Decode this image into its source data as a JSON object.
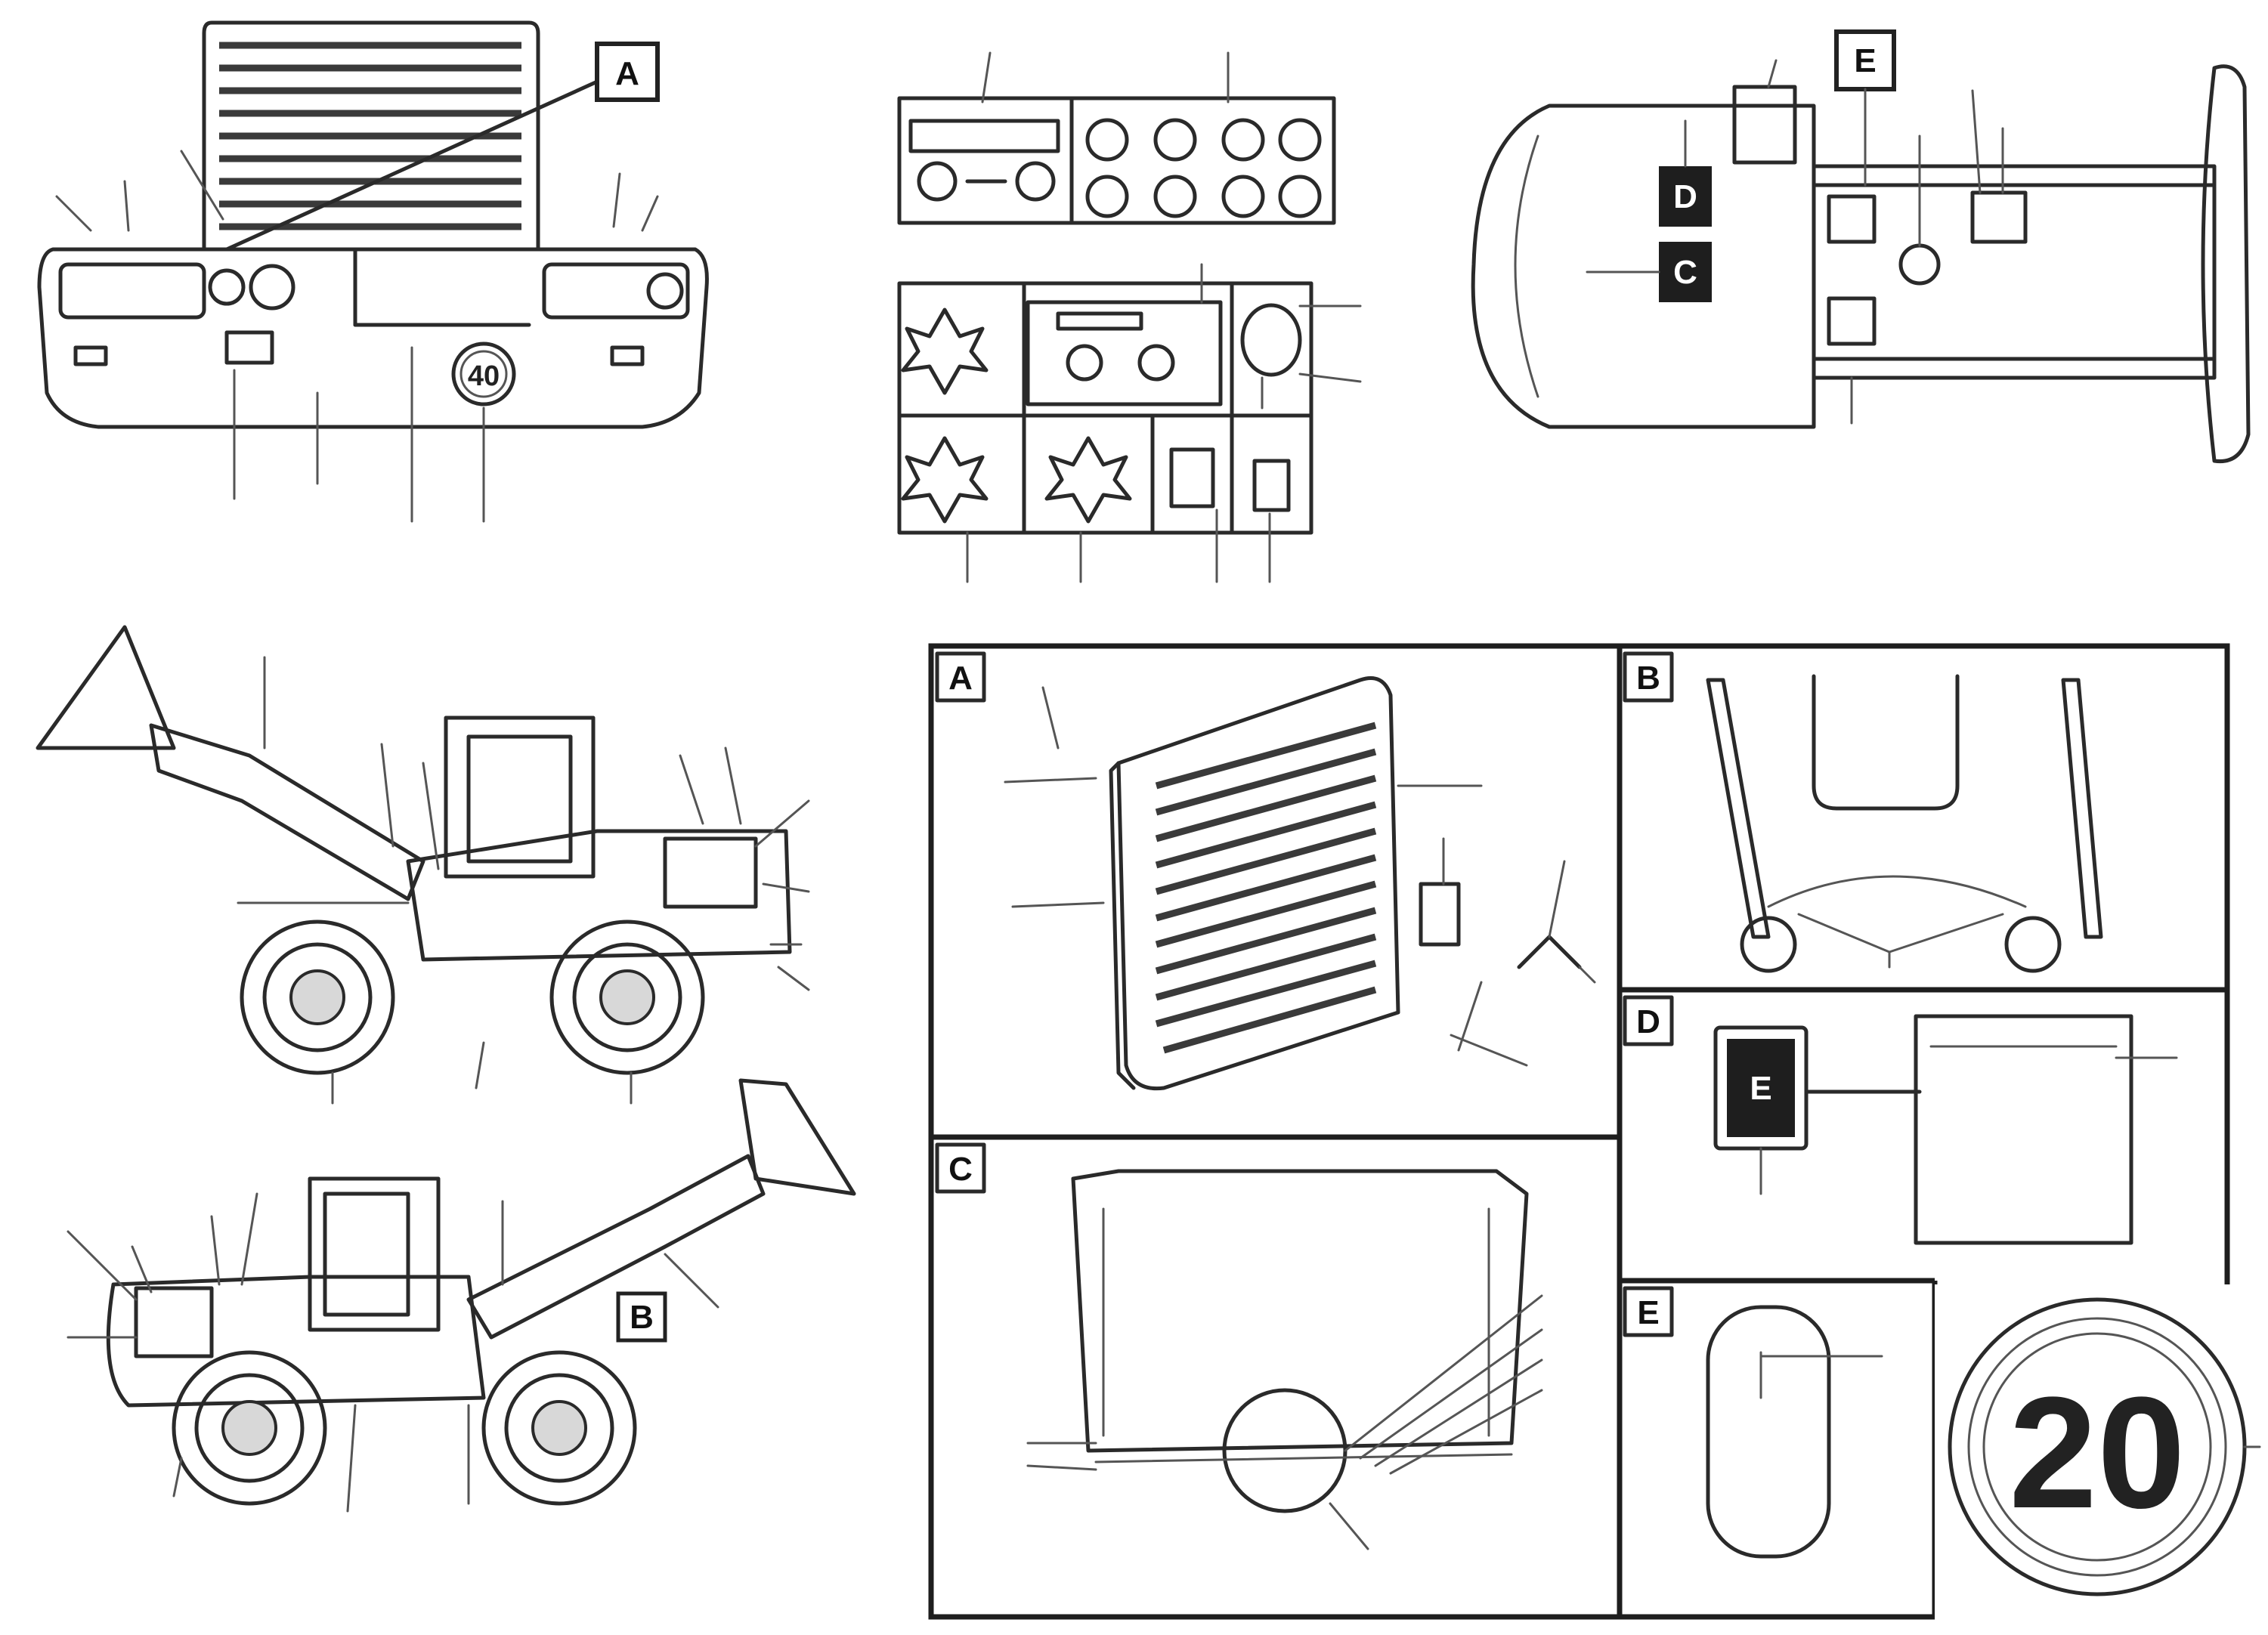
{
  "panel_letters": [
    "A",
    "B",
    "C",
    "D",
    "E"
  ],
  "speed_signs": {
    "small": "40",
    "large": "20"
  },
  "drawing_id": {
    "line1": "",
    "line2": ""
  }
}
